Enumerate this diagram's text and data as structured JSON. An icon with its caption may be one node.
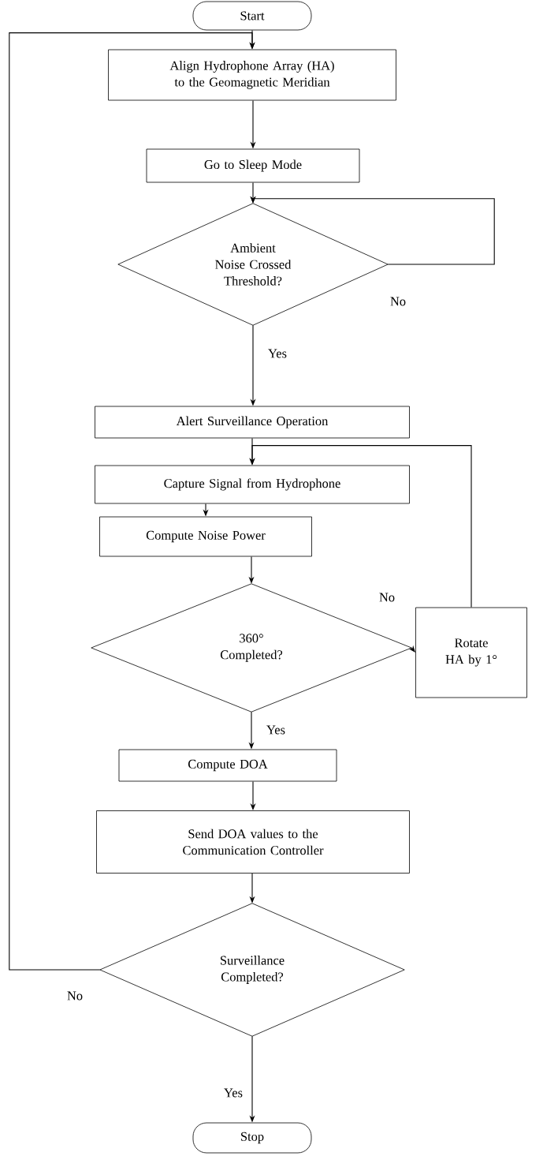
{
  "diagram": {
    "nodes": [
      {
        "text": [
          "Start"
        ]
      },
      {
        "text": [
          "Align Hydrophone Array (HA) to the Geomagnetic Meridian"
        ]
      },
      {
        "text": [
          "Go to Sleep Mode"
        ]
      },
      {
        "text": [
          "Ambient Noise Crossed Threshold?"
        ]
      },
      {
        "text": [
          "Alert Surveillance Operation"
        ]
      },
      {
        "text": [
          "Capture Signal from Hydrophone"
        ]
      },
      {
        "text": [
          "Compute Noise Power"
        ]
      },
      {
        "text": [
          "360° Completed?"
        ]
      },
      {
        "text": [
          "Rotate HA by 1°"
        ]
      },
      {
        "text": [
          "Compute DOA"
        ]
      },
      {
        "text": [
          "Send DOA values to the Communication Controller"
        ]
      },
      {
        "text": [
          "Surveillance Completed?"
        ]
      },
      {
        "text": [
          "Stop"
        ]
      }
    ],
    "edges": [
      {
        "from": 0,
        "to": 1,
        "arrow": "to"
      },
      {
        "from": 1,
        "to": 2,
        "arrow": "to"
      },
      {
        "from": 2,
        "to": 3,
        "arrow": "to"
      },
      {
        "from": 3,
        "to": 3,
        "arrow": "to",
        "label": "No"
      },
      {
        "from": 3,
        "to": 4,
        "arrow": "to",
        "label": "Yes"
      },
      {
        "from": 4,
        "to": 5,
        "arrow": "to"
      },
      {
        "from": 5,
        "to": 6,
        "arrow": "to"
      },
      {
        "from": 6,
        "to": 7,
        "arrow": "to"
      },
      {
        "from": 7,
        "to": 8,
        "arrow": "to",
        "label": "No"
      },
      {
        "from": 8,
        "to": 5,
        "arrow": "to"
      },
      {
        "from": 7,
        "to": 9,
        "arrow": "to",
        "label": "Yes"
      },
      {
        "from": 9,
        "to": 10,
        "arrow": "to"
      },
      {
        "from": 10,
        "to": 11,
        "arrow": "to"
      },
      {
        "from": 11,
        "to": 12,
        "arrow": "to",
        "label": "Yes"
      },
      {
        "from": 11,
        "to": 1,
        "arrow": "to",
        "label": "No"
      }
    ]
  }
}
